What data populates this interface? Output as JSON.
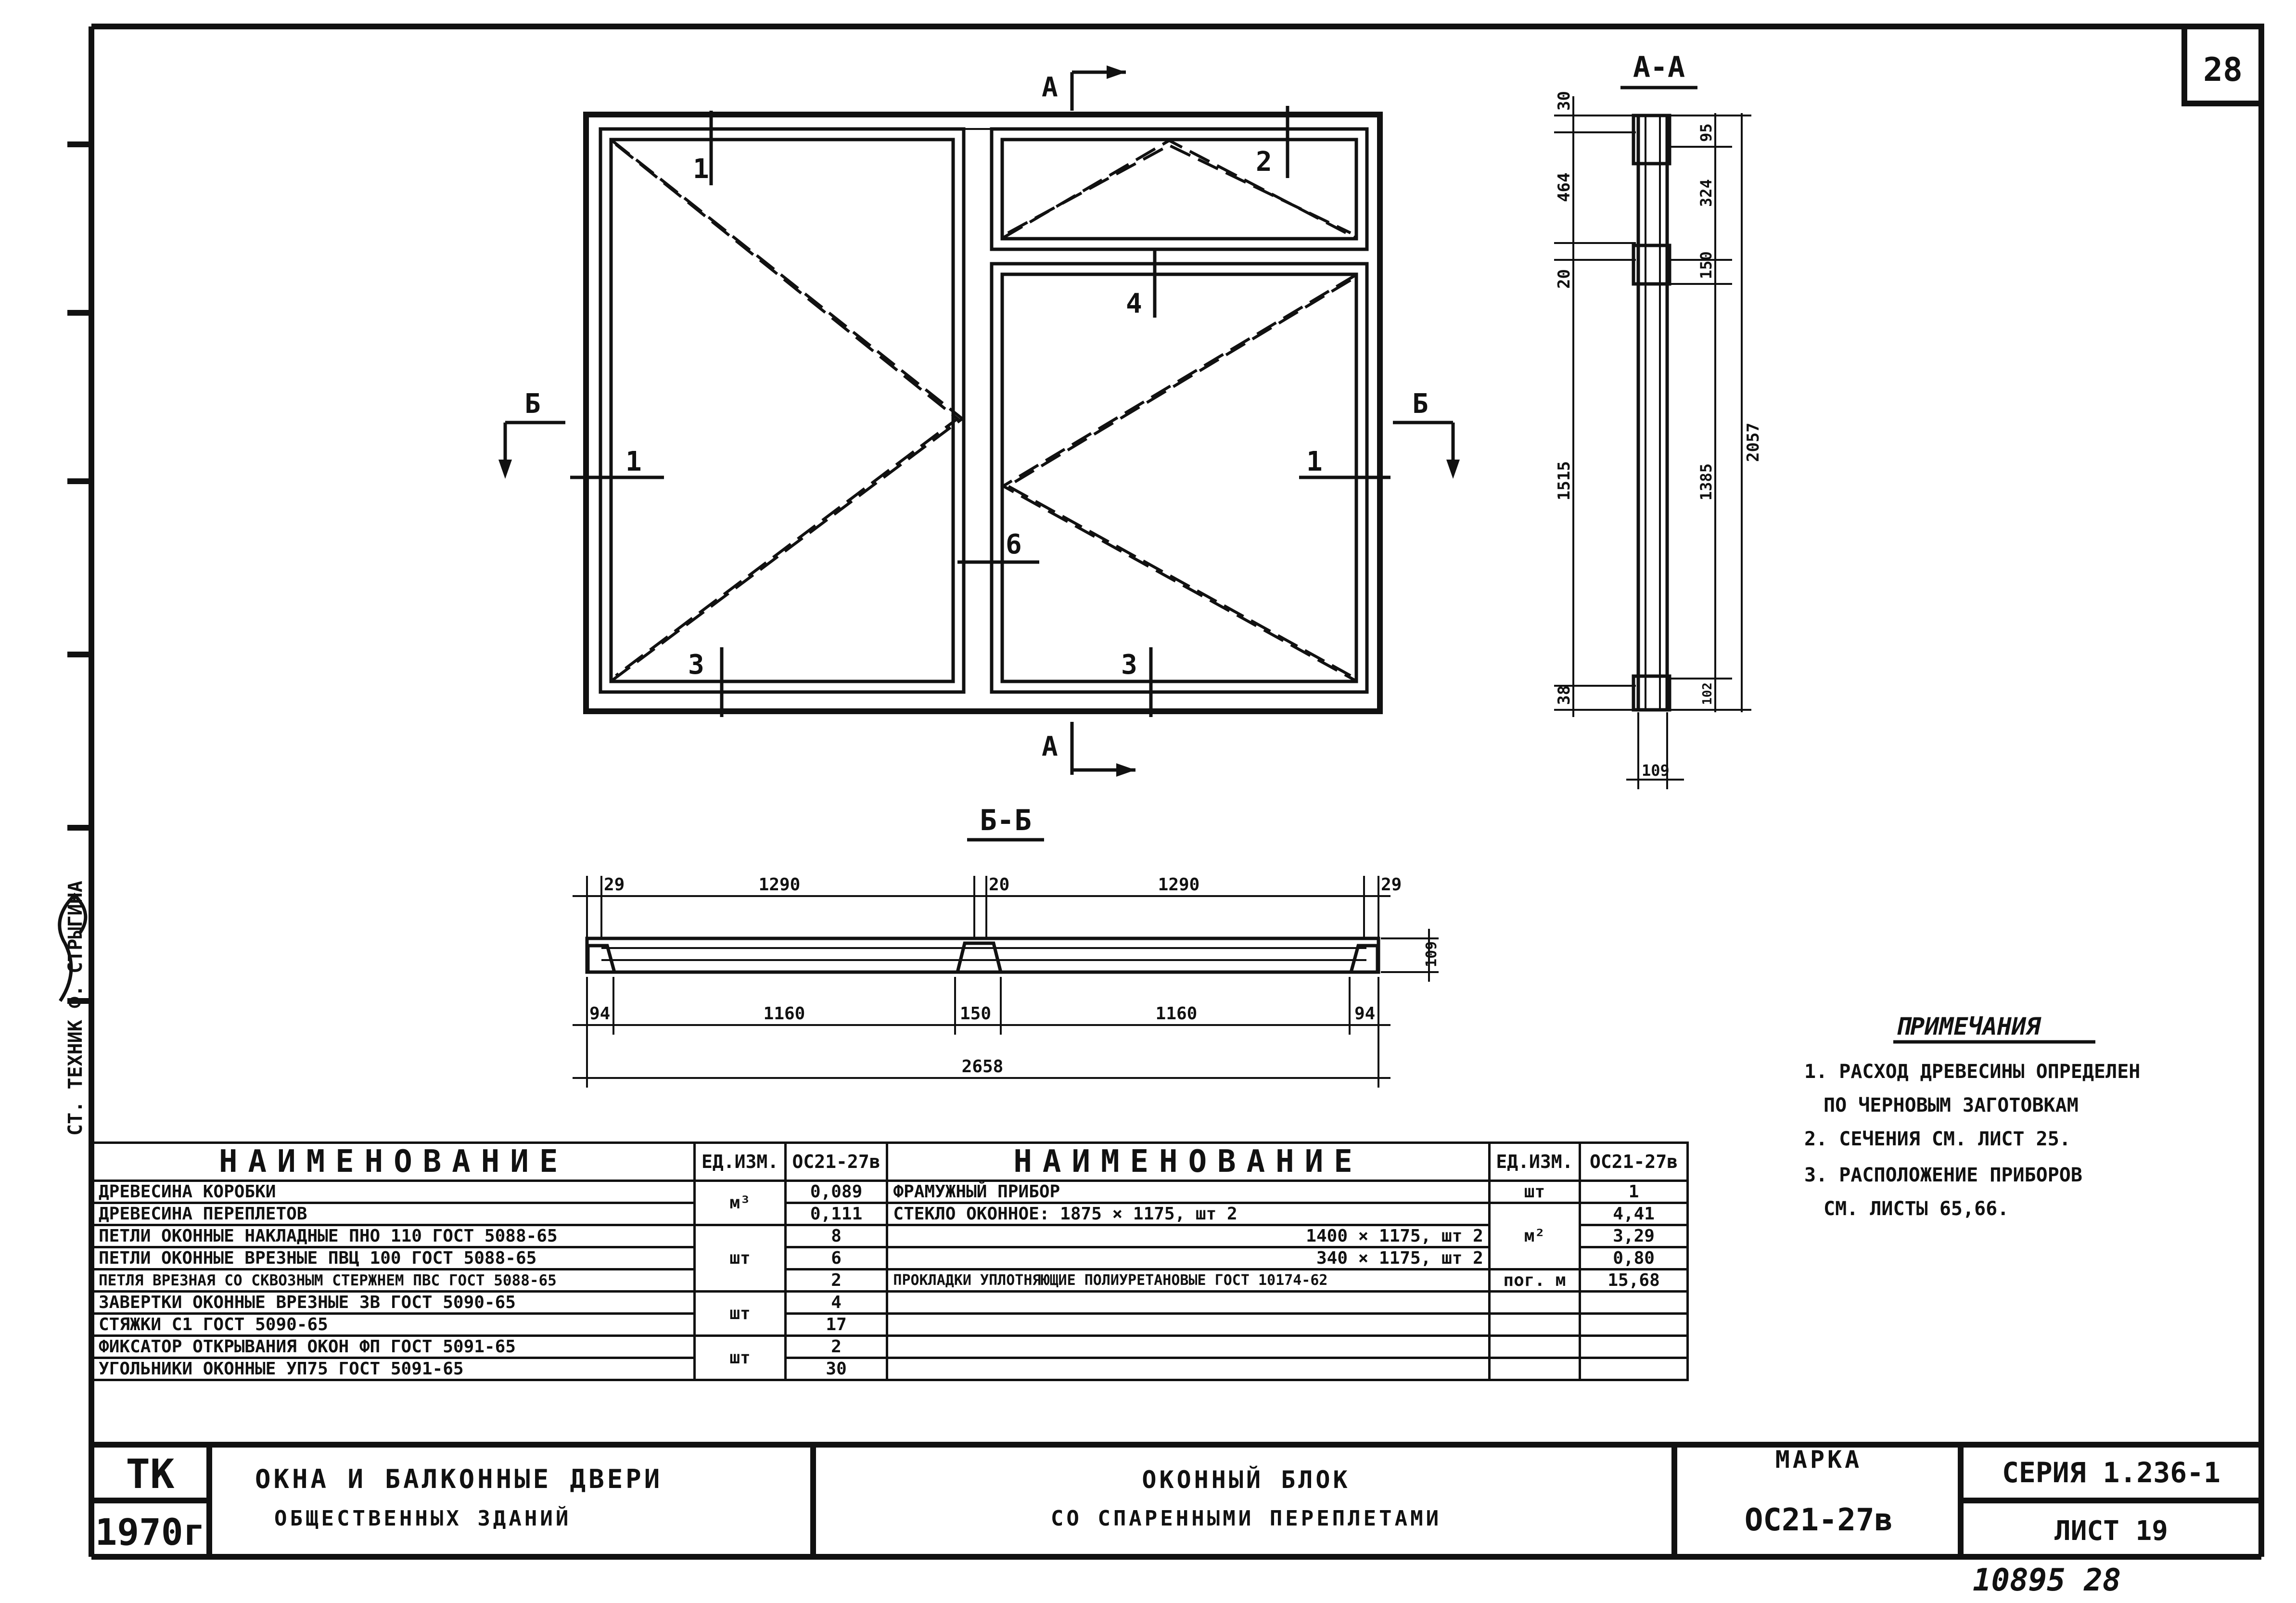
{
  "sheet": {
    "number": "28",
    "archive_no": "10895 28",
    "year": "1970г",
    "tk": "ТК",
    "org_title_line1": "ОКНА И БАЛКОННЫЕ ДВЕРИ",
    "org_title_line2": "ОБЩЕСТВЕННЫХ ЗДАНИЙ",
    "doc_title_line1": "ОКОННЫЙ БЛОК",
    "doc_title_line2": "СО СПАРЕННЫМИ ПЕРЕПЛЕТАМИ",
    "mark_label": "МАРКА",
    "mark_value": "ОС21-27в",
    "series": "СЕРИЯ 1.236-1",
    "list": "ЛИСТ 19",
    "side_stamp": "СТ. ТЕХНИК    Ф. СТРЫГИНА"
  },
  "elevation": {
    "section_a": "А",
    "section_b": "Б",
    "callouts": [
      "1",
      "2",
      "4",
      "1",
      "1",
      "6",
      "3",
      "3"
    ]
  },
  "section_aa": {
    "title": "А-А",
    "dims_left": [
      "30",
      "464",
      "20",
      "1515",
      "38"
    ],
    "dims_right": [
      "95",
      "324",
      "150",
      "1385",
      "102",
      "2057"
    ],
    "bottom": "109"
  },
  "section_bb": {
    "title": "Б-Б",
    "dims_top": [
      "29",
      "1290",
      "20",
      "1290",
      "29"
    ],
    "dims_bottom": [
      "94",
      "1160",
      "150",
      "1160",
      "94"
    ],
    "overall": "2658",
    "height": "109"
  },
  "notes": {
    "title": "ПРИМЕЧАНИЯ",
    "lines": [
      "1. РАСХОД ДРЕВЕСИНЫ ОПРЕДЕЛЕН",
      "ПО ЧЕРНОВЫМ ЗАГОТОВКАМ",
      "2. СЕЧЕНИЯ СМ. ЛИСТ 25.",
      "3. РАСПОЛОЖЕНИЕ ПРИБОРОВ",
      "СМ. ЛИСТЫ 65,66."
    ]
  },
  "table_left": {
    "h_name": "НАИМЕНОВАНИЕ",
    "h_unit": "ЕД.ИЗМ.",
    "h_mark": "ОС21-27в",
    "rows": [
      {
        "name": "ДРЕВЕСИНА КОРОБКИ",
        "unit": "м³",
        "value": "0,089"
      },
      {
        "name": "ДРЕВЕСИНА ПЕРЕПЛЕТОВ",
        "unit": "",
        "value": "0,111"
      },
      {
        "name": "ПЕТЛИ ОКОННЫЕ НАКЛАДНЫЕ ПНО 110 ГОСТ 5088-65",
        "unit": "шт",
        "value": "8"
      },
      {
        "name": "ПЕТЛИ ОКОННЫЕ ВРЕЗНЫЕ ПВЦ 100 ГОСТ 5088-65",
        "unit": "",
        "value": "6"
      },
      {
        "name": "ПЕТЛЯ ВРЕЗНАЯ СО СКВОЗНЫМ СТЕРЖНЕМ ПВС ГОСТ 5088-65",
        "unit": "",
        "value": "2"
      },
      {
        "name": "ЗАВЕРТКИ ОКОННЫЕ ВРЕЗНЫЕ ЗВ ГОСТ 5090-65",
        "unit": "шт",
        "value": "4"
      },
      {
        "name": "СТЯЖКИ С1 ГОСТ 5090-65",
        "unit": "",
        "value": "17"
      },
      {
        "name": "ФИКСАТОР ОТКРЫВАНИЯ ОКОН ФП ГОСТ 5091-65",
        "unit": "шт",
        "value": "2"
      },
      {
        "name": "УГОЛЬНИКИ ОКОННЫЕ УП75 ГОСТ 5091-65",
        "unit": "",
        "value": "30"
      }
    ]
  },
  "table_right": {
    "h_name": "НАИМЕНОВАНИЕ",
    "h_unit": "ЕД.ИЗМ.",
    "h_mark": "ОС21-27в",
    "rows": [
      {
        "name": "ФРАМУЖНЫЙ ПРИБОР",
        "unit": "шт",
        "value": "1"
      },
      {
        "name": "СТЕКЛО ОКОННОЕ:   1875 × 1175, шт 2",
        "unit": "м²",
        "value": "4,41"
      },
      {
        "name": "1400 × 1175, шт 2",
        "unit": "",
        "value": "3,29"
      },
      {
        "name": "340 × 1175, шт 2",
        "unit": "",
        "value": "0,80"
      },
      {
        "name": "ПРОКЛАДКИ УПЛОТНЯЮЩИЕ ПОЛИУРЕТАНОВЫЕ ГОСТ 10174-62",
        "unit": "пог. м",
        "value": "15,68"
      }
    ]
  }
}
